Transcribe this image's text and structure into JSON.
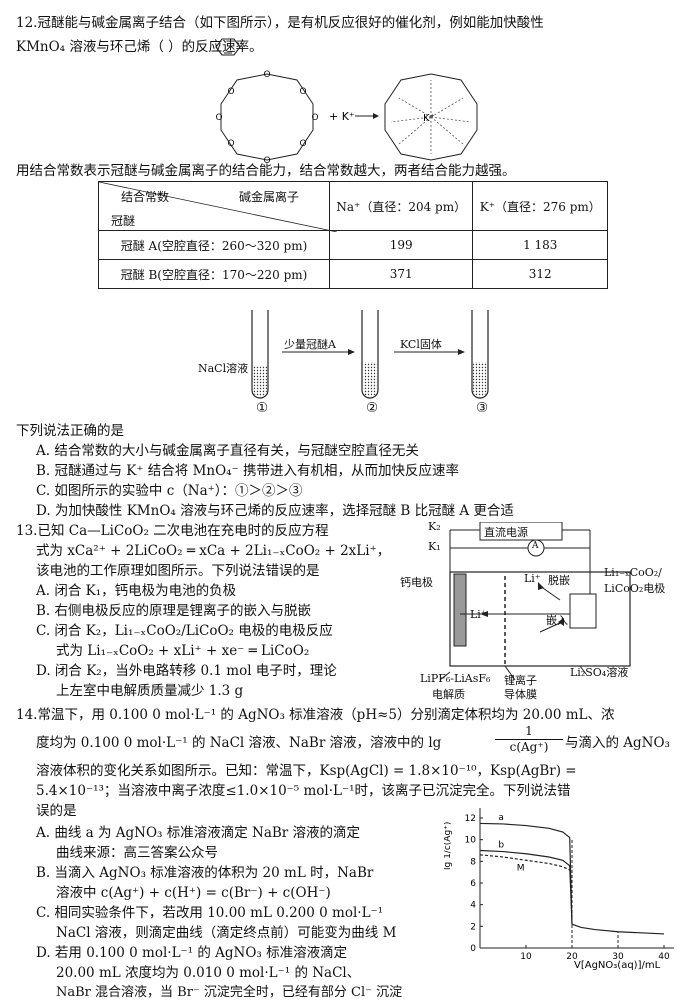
{
  "q12": {
    "stem1": "12.冠醚能与碱金属离子结合（如下图所示），是有机反应很好的催化剂，例如能加快酸性",
    "stem2": "KMnO₄ 溶液与环己烯（      ）的反应速率。",
    "plus_k": "+ K⁺",
    "k_center": "K⁺",
    "const_desc": "用结合常数表示冠醚与碱金属离子的结合能力，结合常数越大，两者结合能力越强。",
    "table": {
      "hdr_const": "结合常数",
      "hdr_ion": "碱金属离子",
      "hdr_ether": "冠醚",
      "col_na": "Na⁺（直径：204 pm）",
      "col_k": "K⁺（直径：276 pm）",
      "rows": [
        {
          "name": "冠醚 A(空腔直径：260～320 pm)",
          "na": "199",
          "k": "1 183"
        },
        {
          "name": "冠醚 B(空腔直径：170～220 pm)",
          "na": "371",
          "k": "312"
        }
      ]
    },
    "tube_label": "NaCl溶液",
    "arrow1": "少量冠醚A",
    "arrow2": "KCl固体",
    "n1": "①",
    "n2": "②",
    "n3": "③",
    "prompt": "下列说法正确的是",
    "A": "A. 结合常数的大小与碱金属离子直径有关，与冠醚空腔直径无关",
    "B": "B. 冠醚通过与 K⁺ 结合将 MnO₄⁻ 携带进入有机相，从而加快反应速率",
    "C": "C. 如图所示的实验中 c（Na⁺）：①＞②＞③",
    "D": "D. 为加快酸性 KMnO₄ 溶液与环己烯的反应速率，选择冠醚 B 比冠醚 A 更合适"
  },
  "q13": {
    "stem1": "13.已知 Ca—LiCoO₂ 二次电池在充电时的反应方程",
    "stem2": "式为 xCa²⁺ + 2LiCoO₂ ═ xCa + 2Li₁₋ₓCoO₂ + 2xLi⁺，",
    "stem3": "该电池的工作原理如图所示。下列说法错误的是",
    "A": "A. 闭合 K₁，钙电极为电池的负极",
    "B": "B. 右侧电极反应的原理是锂离子的嵌入与脱嵌",
    "C1": "C. 闭合 K₂，Li₁₋ₓCoO₂/LiCoO₂ 电极的电极反应",
    "C2": "式为 Li₁₋ₓCoO₂ + xLi⁺ + xe⁻ ═ LiCoO₂",
    "D1": "D. 闭合 K₂，当外电路转移 0.1 mol 电子时，理论",
    "D2": "上左室中电解质质量减少 1.3 g",
    "fig": {
      "k2": "K₂",
      "k1": "K₁",
      "dc": "直流电源",
      "a": "A",
      "ca": "钙电极",
      "li_up": "Li⁺",
      "li_left": "Li⁺",
      "tuoqian": "脱嵌",
      "qianru": "嵌入",
      "rel1": "Li₁₋ₓCoO₂/",
      "rel2": "LiCoO₂电极",
      "left_el1": "LiPF₆-LiAsF₆",
      "left_el2": "电解质",
      "mem1": "锂离子",
      "mem2": "导体膜",
      "right_el": "Li₂SO₄溶液"
    }
  },
  "q14": {
    "l1": "14.常温下，用 0.100 0 mol·L⁻¹ 的 AgNO₃ 标准溶液（pH≈5）分别滴定体积均为 20.00 mL、浓",
    "l2a": "度均为 0.100 0 mol·L⁻¹ 的 NaCl 溶液、NaBr 溶液，溶液中的 lg",
    "frac_num": "1",
    "frac_den": "c(Ag⁺)",
    "l2b": "与滴入的 AgNO₃",
    "l3": "溶液体积的变化关系如图所示。已知：常温下，Ksp(AgCl) = 1.8×10⁻¹⁰，Ksp(AgBr) =",
    "l4": "5.4×10⁻¹³；当溶液中离子浓度≤1.0×10⁻⁵ mol·L⁻¹时，该离子已沉淀完全。下列说法错",
    "l5": "误的是",
    "A1": "A. 曲线 a 为 AgNO₃ 标准溶液滴定 NaBr 溶液的滴定",
    "A2": "曲线来源：高三答案公众号",
    "B1": "B. 当滴入 AgNO₃ 标准溶液的体积为 20 mL 时，NaBr",
    "B2": "溶液中 c(Ag⁺) + c(H⁺) = c(Br⁻) + c(OH⁻)",
    "C1": "C. 相同实验条件下，若改用 10.00 mL 0.200 0 mol·L⁻¹",
    "C2": "NaCl 溶液，则滴定曲线（滴定终点前）可能变为曲线 M",
    "D1": "D. 若用 0.100 0 mol·L⁻¹ 的 AgNO₃ 标准溶液滴定",
    "D2": "20.00 mL 浓度均为 0.010 0 mol·L⁻¹ 的 NaCl、",
    "D3": "NaBr 混合溶液，当 Br⁻ 沉淀完全时，已经有部分 Cl⁻ 沉淀"
  },
  "chart_data": {
    "type": "line",
    "xlabel": "V[AgNO₃(aq)]/mL",
    "ylabel": "lg 1/c(Ag⁺)",
    "xticks": [
      10,
      20,
      30,
      40
    ],
    "yticks": [
      0,
      2,
      4,
      6,
      8,
      10,
      12
    ],
    "xlim": [
      0,
      40
    ],
    "ylim": [
      0,
      12
    ],
    "series": [
      {
        "name": "a",
        "x": [
          0,
          5,
          10,
          15,
          18,
          19.5,
          20,
          22,
          25,
          30,
          35,
          40
        ],
        "y": [
          11.5,
          11.45,
          11.3,
          11.05,
          10.7,
          10.2,
          2.2,
          1.9,
          1.7,
          1.5,
          1.4,
          1.3
        ]
      },
      {
        "name": "b",
        "x": [
          0,
          5,
          10,
          15,
          18,
          19.5,
          20
        ],
        "y": [
          9.0,
          8.9,
          8.7,
          8.4,
          8.1,
          7.6,
          2.2
        ]
      },
      {
        "name": "M",
        "x": [
          0,
          5,
          10,
          15,
          18,
          19.5
        ],
        "y": [
          8.6,
          8.4,
          8.1,
          7.8,
          7.5,
          7.2
        ]
      }
    ]
  }
}
